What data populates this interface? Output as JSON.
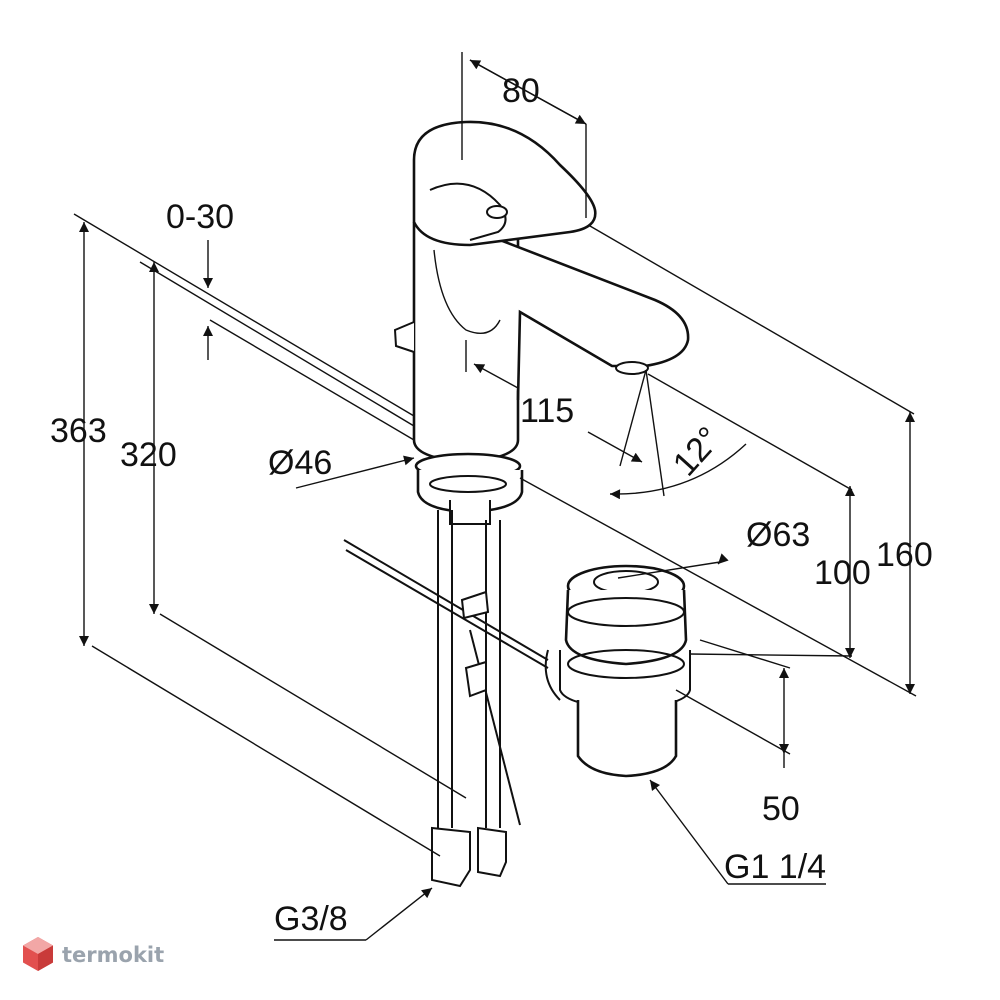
{
  "drawing": {
    "dimensions": {
      "spout_top_width": "80",
      "lift_range": "0-30",
      "total_height": "363",
      "spout_height": "320",
      "base_diameter": "Ø46",
      "spout_reach": "115",
      "spout_angle": "12°",
      "waste_diameter": "Ø63",
      "outlet_height": "100",
      "lever_height": "160",
      "waste_height": "50",
      "waste_thread": "G1 1/4",
      "hose_thread": "G3/8"
    }
  },
  "watermark": {
    "brand": "termokit",
    "logo_icon": "hexagon-cube-icon",
    "logo_colors": [
      "#e2504f",
      "#f2a7a6",
      "#c93b3a"
    ]
  },
  "colors": {
    "line": "#111111",
    "background": "#ffffff"
  }
}
